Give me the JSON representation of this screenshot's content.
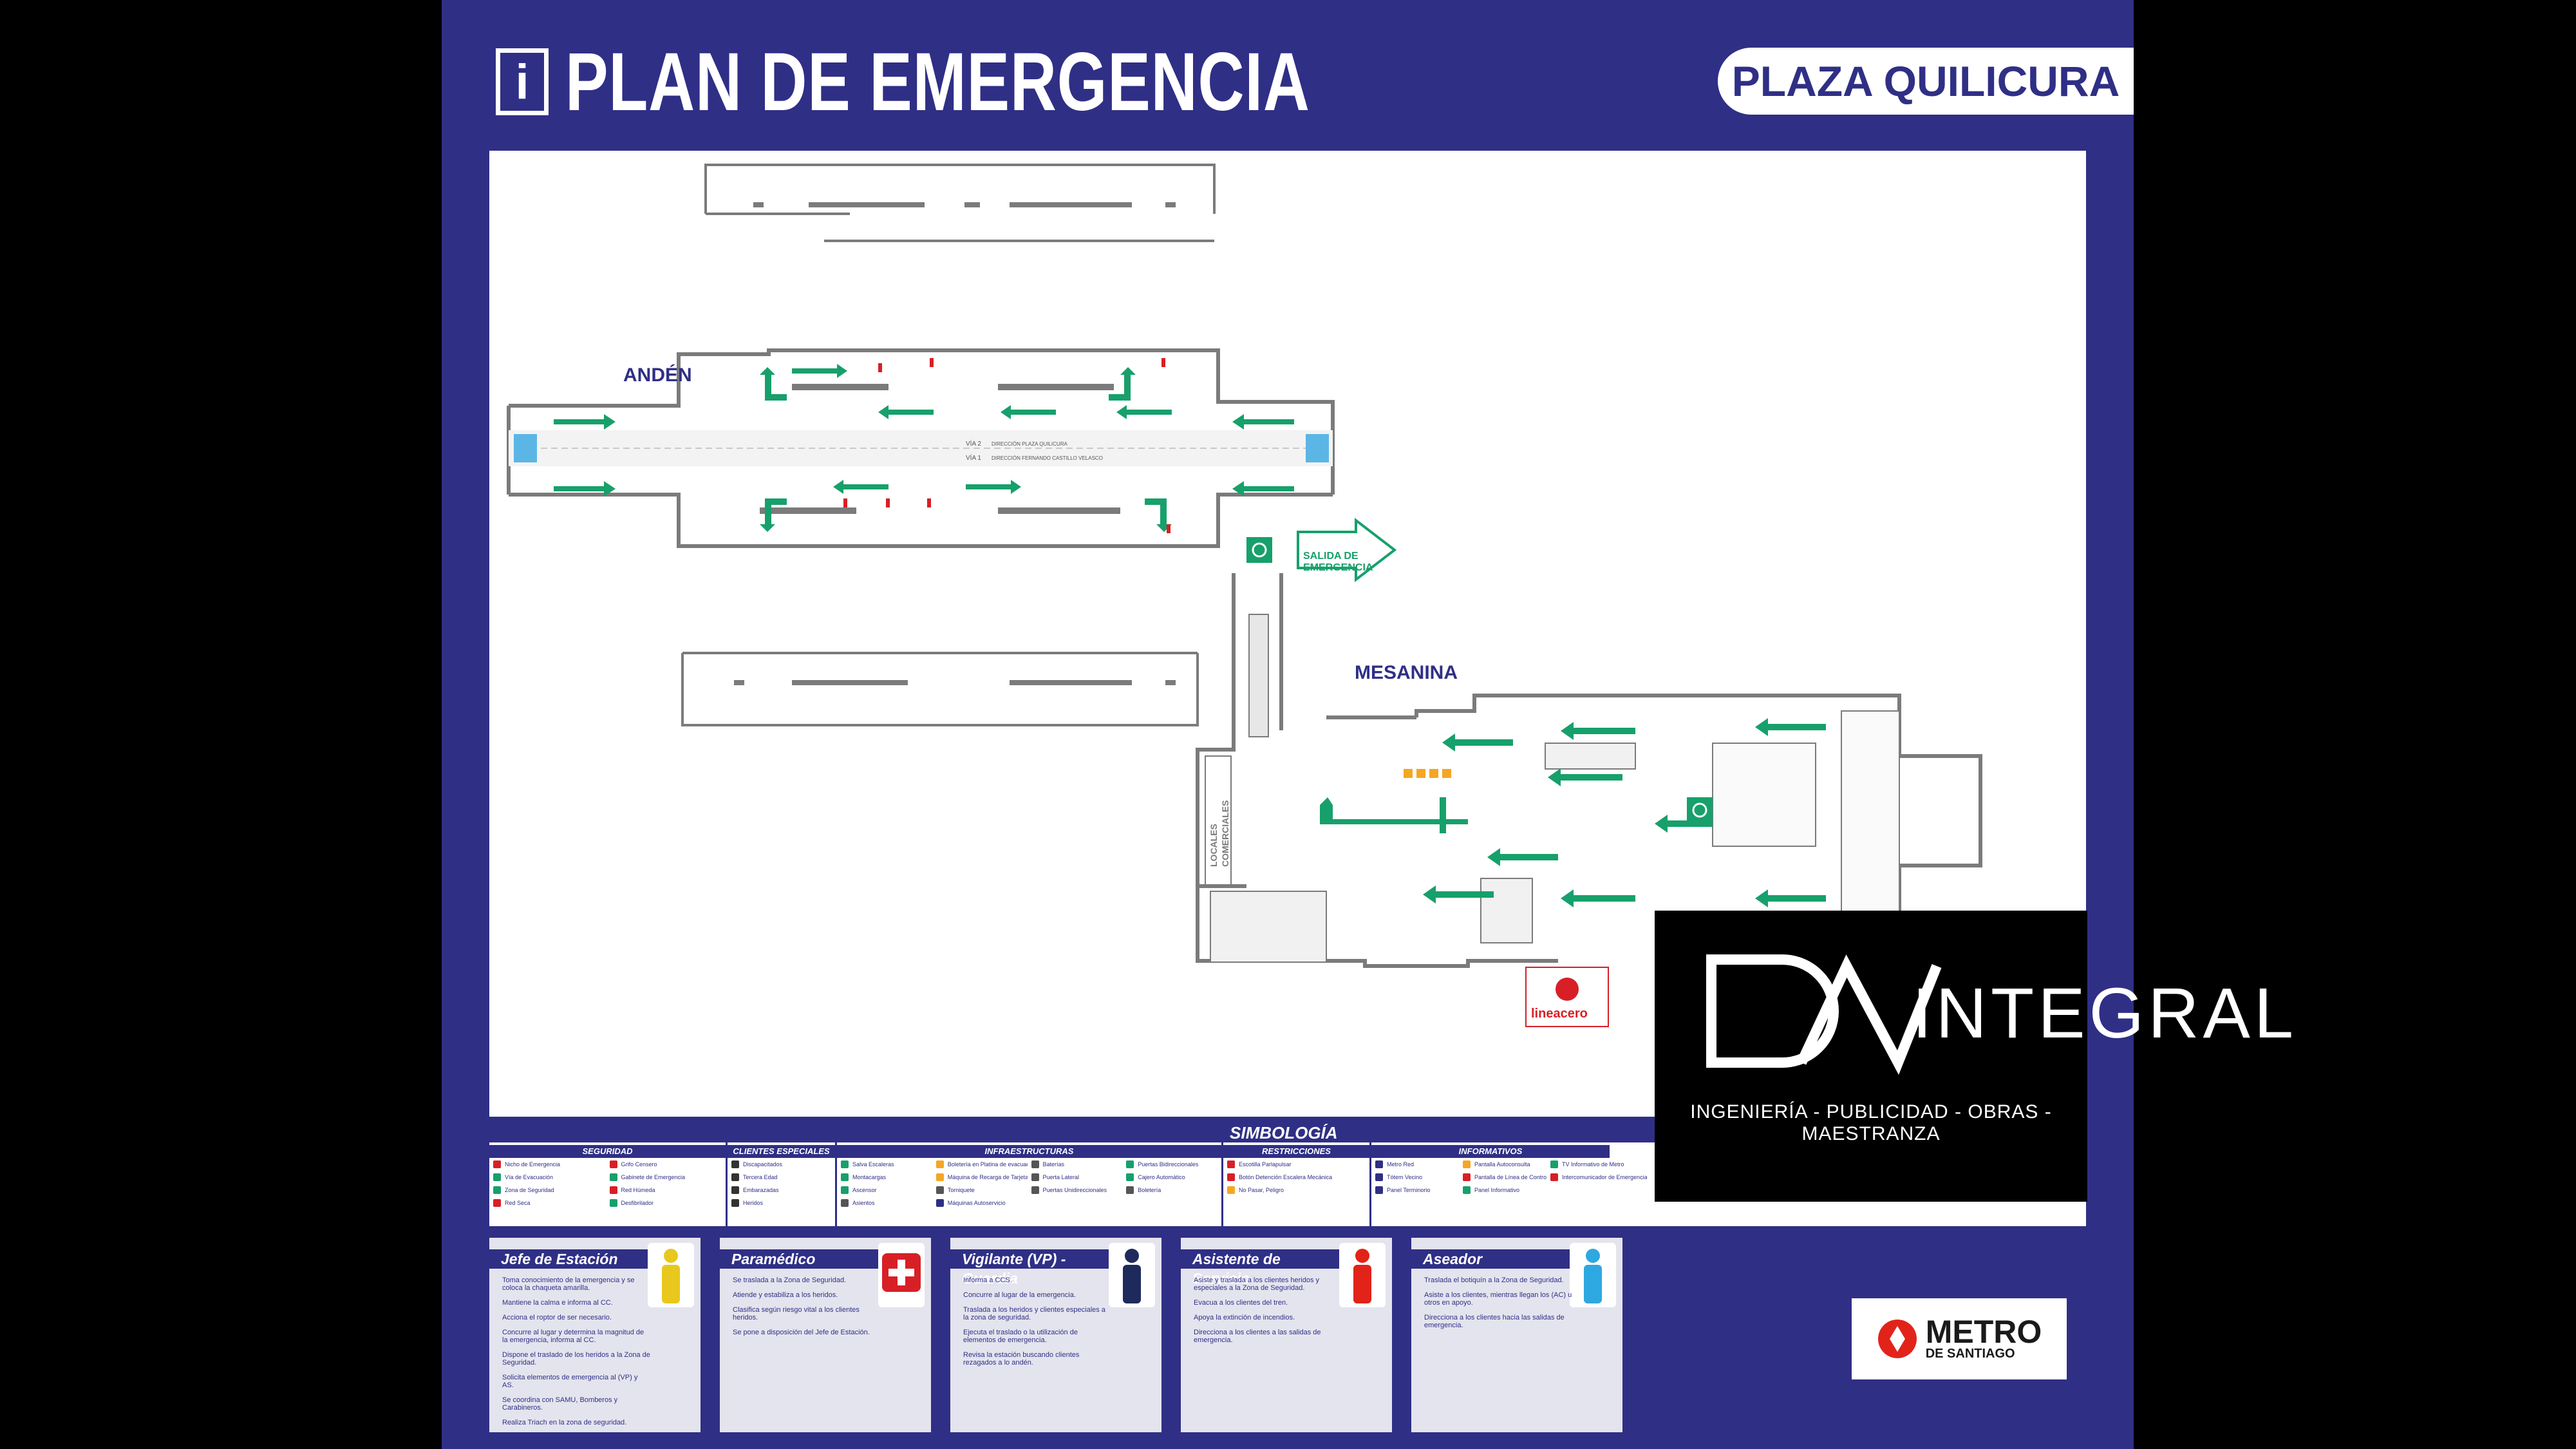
{
  "header": {
    "info_symbol": "i",
    "title": "PLAN DE EMERGENCIA",
    "station": "PLAZA QUILICURA"
  },
  "map": {
    "anden_label": "ANDÉN",
    "mesanina_label": "MESANINA",
    "exit_label_1": "SALIDA DE",
    "exit_label_2": "EMERGENCIA",
    "locales_label_1": "LOCALES",
    "locales_label_2": "COMERCIALES",
    "via2_label": "VÍA 2",
    "via2_direction": "DIRECCIÓN PLAZA QUILICURA",
    "via1_label": "VÍA 1",
    "via1_direction": "DIRECCIÓN FERNANDO CASTILLO VELASCO",
    "lineacero": "lineacero",
    "colors": {
      "wall": "#7b7b7b",
      "arrow": "#17a06b",
      "navy": "#2f2f86",
      "red": "#d81f26"
    }
  },
  "legend": {
    "title": "SIMBOLOGÍA",
    "columns": [
      {
        "title": "SEGURIDAD",
        "items": [
          "Nicho de Emergencia",
          "Grifo Censero",
          "Vía de Evacuación",
          "Gabinete de Emergencia",
          "Zona de Seguridad",
          "Red Húmeda",
          "Red Seca",
          "Desfibrilador"
        ]
      },
      {
        "title": "CLIENTES ESPECIALES",
        "items": [
          "Discapacitados",
          "Tercera Edad",
          "Embarazadas",
          "Heridos"
        ]
      },
      {
        "title": "INFRAESTRUCTURAS",
        "items": [
          "Salva Escaleras",
          "Boletería en Platina de evacuación",
          "Baterías",
          "Puertas Bidireccionales",
          "Montacargas",
          "Máquina de Recarga de Tarjetas",
          "Puerta Lateral",
          "Cajero Automático",
          "Ascensor",
          "Torniquete",
          "Puertas Unidireccionales",
          "Boletería",
          "Asientos",
          "Máquinas Autoservicio"
        ]
      },
      {
        "title": "RESTRICCIONES",
        "items": [
          "Escotilla Parlapulsar",
          "Botón Detención Escalera Mecánica",
          "No Pasar, Peligro"
        ]
      },
      {
        "title": "INFORMATIVOS",
        "items": [
          "Metro Red",
          "Pantalla Autoconsulta",
          "TV Informativo de Metro",
          "Tótem Vecino",
          "Pantalla de Línea de Control",
          "Intercomunicador de Emergencia",
          "Panel Terminorio",
          "Panel Informativo"
        ]
      }
    ]
  },
  "roles": [
    {
      "title": "Jefe de Estación",
      "figure": "yellow-person-icon",
      "color": "#e8c81c",
      "items": [
        "Toma conocimiento de la emergencia y se coloca la chaqueta amarilla.",
        "Mantiene la calma e informa al CC.",
        "Acciona el roptor de ser necesario.",
        "Concurre al lugar y determina la magnitud de la emergencia, informa al CC.",
        "Dispone el traslado de los heridos a la Zona de Seguridad.",
        "Solicita elementos de emergencia al (VP) y AS.",
        "Se coordina con SAMU, Bomberos y Carabineros.",
        "Realiza Triach en la zona de seguridad."
      ]
    },
    {
      "title": "Paramédico",
      "figure": "red-cross-icon",
      "color": "#d81f26",
      "items": [
        "Se traslada a la Zona de Seguridad.",
        "Atiende y estabiliza a los heridos.",
        "Clasifica según riesgo vital a los clientes heridos.",
        "Se pone a disposición del Jefe de Estación."
      ]
    },
    {
      "title": "Vigilante (VP) - Guardia",
      "figure": "navy-person-icon",
      "color": "#1f2a5c",
      "items": [
        "Informa a CCS.",
        "Concurre al lugar de la emergencia.",
        "Traslada a los heridos y clientes especiales a la zona de seguridad.",
        "Ejecuta el traslado o la utilización de elementos de emergencia.",
        "Revisa la estación buscando clientes rezagados a lo andén."
      ]
    },
    {
      "title": "Asistente de Servicio",
      "figure": "red-person-icon",
      "color": "#e2231a",
      "items": [
        "Asiste y traslada a los clientes heridos y especiales a la Zona de Seguridad.",
        "Evacua a los clientes del tren.",
        "Apoya la extinción de incendios.",
        "Direcciona a los clientes a las salidas de emergencia."
      ]
    },
    {
      "title": "Aseador",
      "figure": "lightblue-person-icon",
      "color": "#2ea8e0",
      "items": [
        "Traslada el botiquín a la Zona de Seguridad.",
        "Asiste a los clientes, mientras llegan los (AC) u otros en apoyo.",
        "Direcciona a los clientes hacia las salidas de emergencia."
      ]
    }
  ],
  "brand": {
    "metro_name": "METRO",
    "metro_sub": "DE SANTIAGO",
    "integral_name": "INTEGRAL",
    "integral_tagline": "INGENIERÍA - PUBLICIDAD - OBRAS - MAESTRANZA"
  }
}
